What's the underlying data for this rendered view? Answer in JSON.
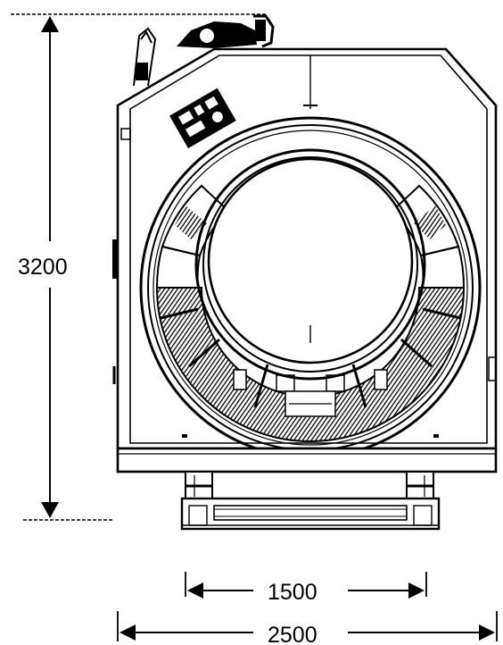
{
  "dimensions": {
    "height_label": "3200",
    "inner_width_label": "1500",
    "outer_width_label": "2500"
  },
  "colors": {
    "line": "#000000",
    "background": "#ffffff",
    "dark_fill": "#111111"
  }
}
